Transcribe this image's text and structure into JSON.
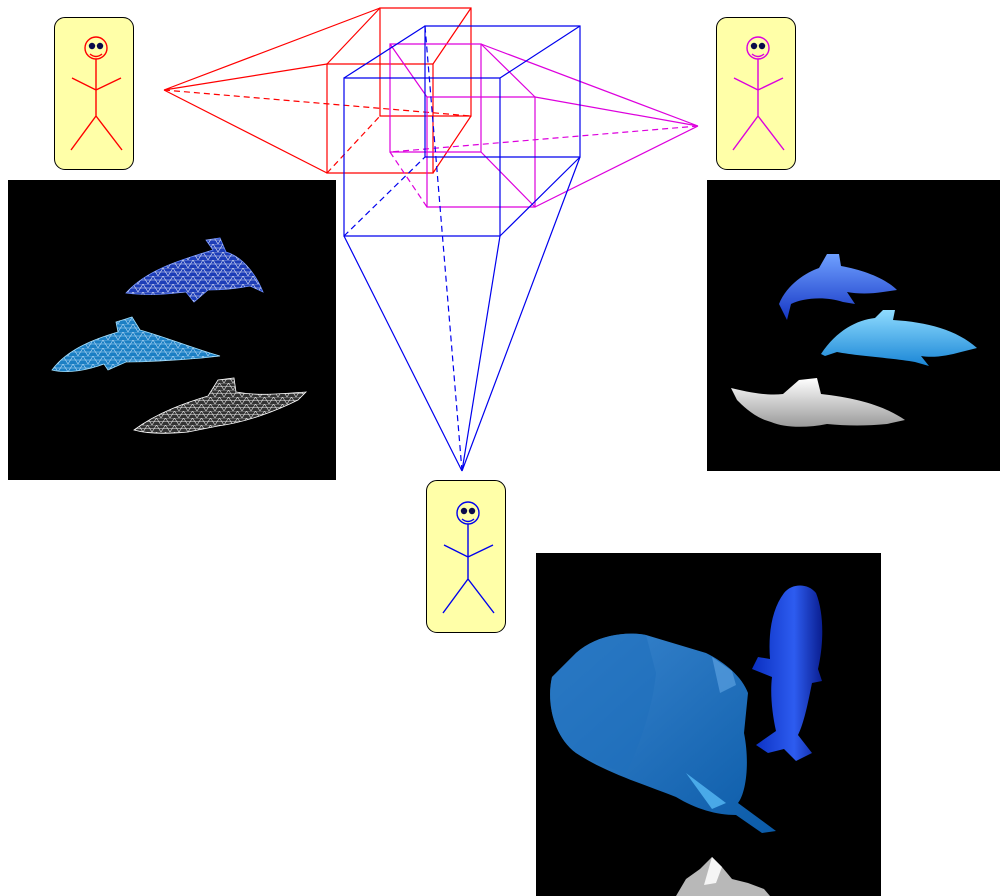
{
  "figure": {
    "description_role": "diagram",
    "views": [
      {
        "key": "red",
        "color": "#ff0000"
      },
      {
        "key": "magenta",
        "color": "#dd00dd"
      },
      {
        "key": "blue",
        "color": "#0000ee"
      }
    ]
  },
  "colors": {
    "card_fill": "#ffffa8",
    "eye": "#0a0a4a",
    "panel_bg": "#000000",
    "dolphin_dark_blue": "#2a4fd8",
    "dolphin_light_blue": "#2fa9e8",
    "dolphin_white": "#e8e8e8"
  },
  "icons": {
    "viewer": "stick-figure-icon",
    "dolphin": "dolphin-icon"
  },
  "panels": [
    {
      "key": "wire",
      "rendering": "wireframe"
    },
    {
      "key": "shaded",
      "rendering": "shaded"
    },
    {
      "key": "close",
      "rendering": "close-up shaded"
    }
  ]
}
